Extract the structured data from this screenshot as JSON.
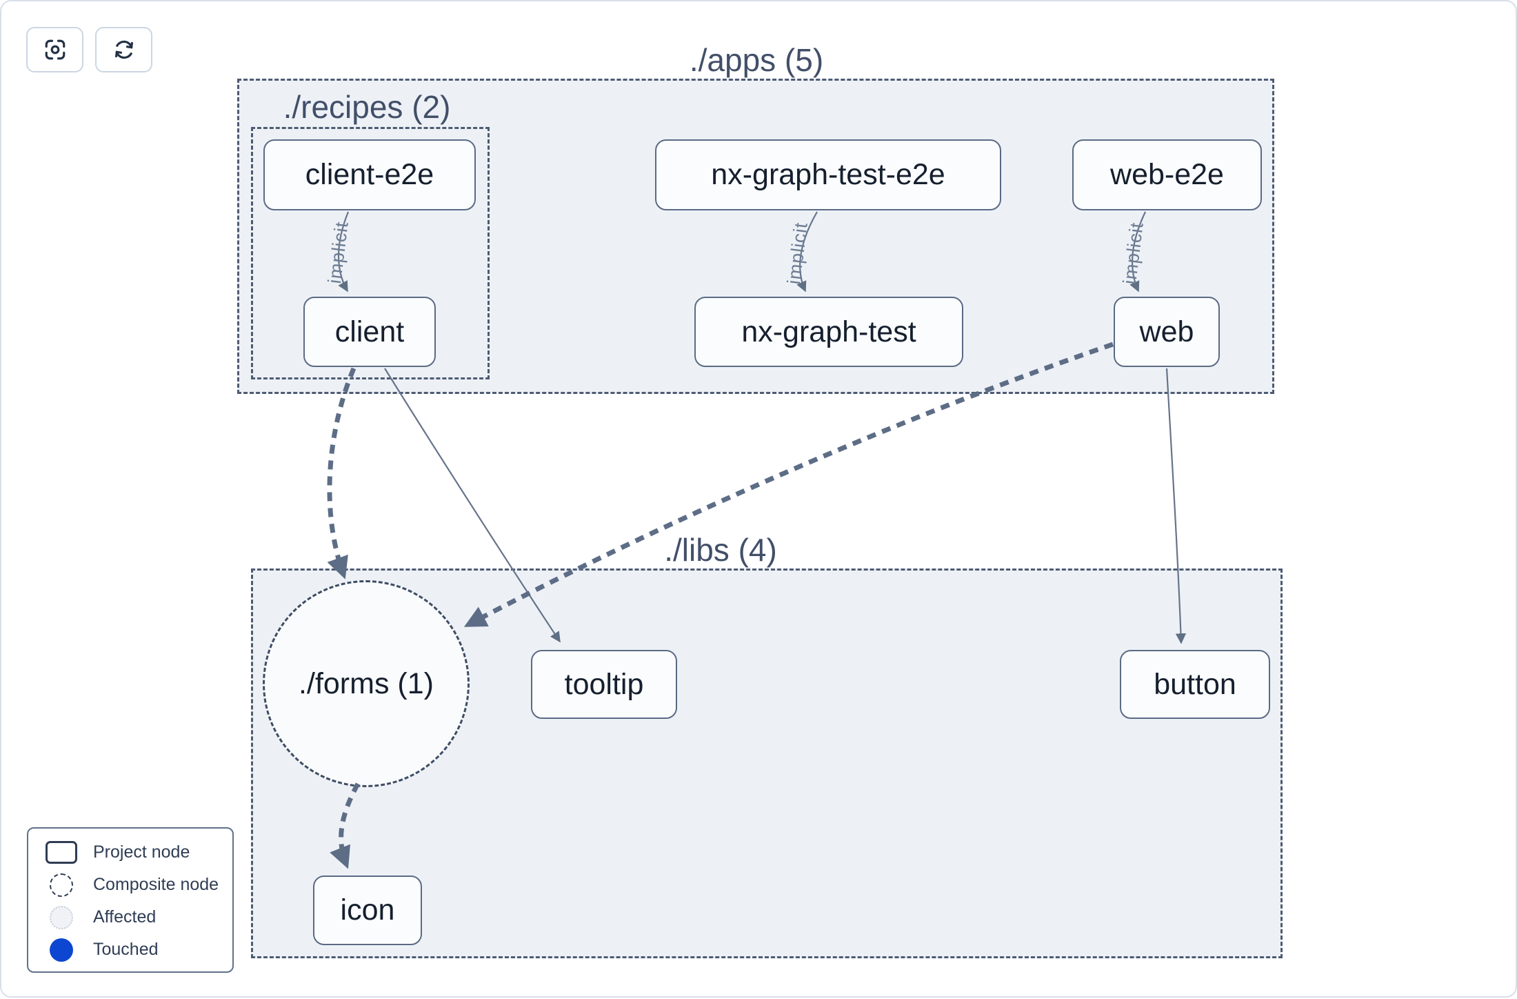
{
  "toolbar": {
    "buttons": [
      {
        "id": "focus",
        "icon": "focus-icon"
      },
      {
        "id": "refresh",
        "icon": "refresh-icon"
      }
    ]
  },
  "graph": {
    "containers": {
      "apps": {
        "label": "./apps (5)",
        "count": 5
      },
      "recipes": {
        "label": "./recipes (2)",
        "count": 2
      },
      "libs": {
        "label": "./libs (4)",
        "count": 4
      }
    },
    "nodes": {
      "client_e2e": {
        "label": "client-e2e",
        "type": "project"
      },
      "nx_graph_test_e2e": {
        "label": "nx-graph-test-e2e",
        "type": "project"
      },
      "web_e2e": {
        "label": "web-e2e",
        "type": "project"
      },
      "client": {
        "label": "client",
        "type": "project"
      },
      "nx_graph_test": {
        "label": "nx-graph-test",
        "type": "project"
      },
      "web": {
        "label": "web",
        "type": "project"
      },
      "tooltip": {
        "label": "tooltip",
        "type": "project"
      },
      "button": {
        "label": "button",
        "type": "project"
      },
      "icon": {
        "label": "icon",
        "type": "project"
      },
      "forms": {
        "label": "./forms (1)",
        "type": "composite",
        "count": 1
      }
    },
    "edges": [
      {
        "from": "client-e2e",
        "to": "client",
        "style": "solid-thin",
        "label": "implicit"
      },
      {
        "from": "nx-graph-test-e2e",
        "to": "nx-graph-test",
        "style": "solid-thin",
        "label": "implicit"
      },
      {
        "from": "web-e2e",
        "to": "web",
        "style": "solid-thin",
        "label": "implicit"
      },
      {
        "from": "client",
        "to": "tooltip",
        "style": "solid-thin",
        "label": ""
      },
      {
        "from": "web",
        "to": "button",
        "style": "solid-thin",
        "label": ""
      },
      {
        "from": "client",
        "to": "./forms (1)",
        "style": "dashed-thick",
        "label": ""
      },
      {
        "from": "web",
        "to": "./forms (1)",
        "style": "dashed-thick",
        "label": ""
      },
      {
        "from": "./forms (1)",
        "to": "icon",
        "style": "dashed-thick",
        "label": ""
      }
    ]
  },
  "legend": {
    "items": [
      {
        "label": "Project node",
        "swatch": "project"
      },
      {
        "label": "Composite node",
        "swatch": "composite"
      },
      {
        "label": "Affected",
        "swatch": "affected"
      },
      {
        "label": "Touched",
        "swatch": "touched"
      }
    ]
  },
  "colors": {
    "touched_blue": "#0d46d1",
    "affected_fill": "#f0f2f6",
    "container_fill": "#edf1f6",
    "dashed_border": "#4d5b72",
    "node_border": "#5a6a84",
    "edge": "#66748a"
  }
}
